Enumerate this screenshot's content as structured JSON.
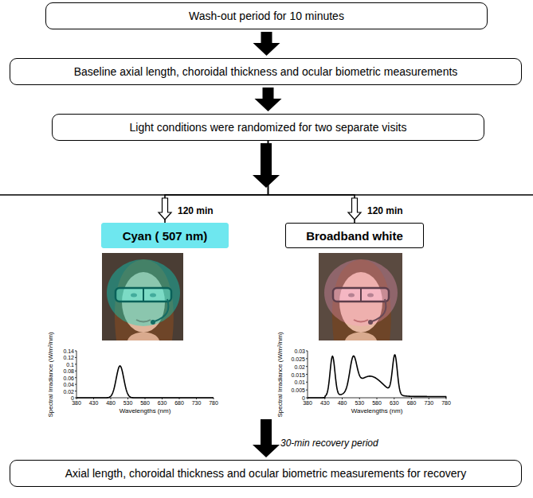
{
  "diagram": {
    "nodes": [
      {
        "text": [
          "Wash-out period for 10 minutes"
        ]
      },
      {
        "text": [
          "Baseline axial length, choroidal thickness and ocular biometric measurements"
        ]
      },
      {
        "text": [
          "Light conditions were randomized for two separate visits"
        ]
      },
      {
        "text": [
          "Cyan ( 507 nm)"
        ]
      },
      {
        "text": [
          "Broadband white"
        ]
      },
      {
        "text": [
          "Axial length, choroidal thickness and ocular biometric measurements for recovery"
        ]
      }
    ],
    "edges": [
      {
        "from": 0,
        "to": 1,
        "arrow": "to"
      },
      {
        "from": 1,
        "to": 2,
        "arrow": "to"
      },
      {
        "from": 2,
        "to": 3,
        "label": "120 min",
        "arrow": "to"
      },
      {
        "from": 2,
        "to": 4,
        "label": "120 min",
        "arrow": "to"
      }
    ],
    "labels": [
      "Spectral Irradiance (W/m²/nm)",
      "0",
      "0.02",
      "0.04",
      "0.06",
      "0.08",
      "0.1",
      "0.12",
      "0.14",
      "380",
      "430",
      "480",
      "530",
      "580",
      "630",
      "680",
      "730",
      "780",
      "Wavelengths (nm)",
      "Spectral Irradiance (W/m²/nm)",
      "0",
      "0.005",
      "0.01",
      "0.015",
      "0.02",
      "0.025",
      "0.03",
      "380",
      "430",
      "480",
      "530",
      "580",
      "630",
      "680",
      "730",
      "780",
      "Wavelengths (nm)",
      "30-min recovery period"
    ]
  }
}
